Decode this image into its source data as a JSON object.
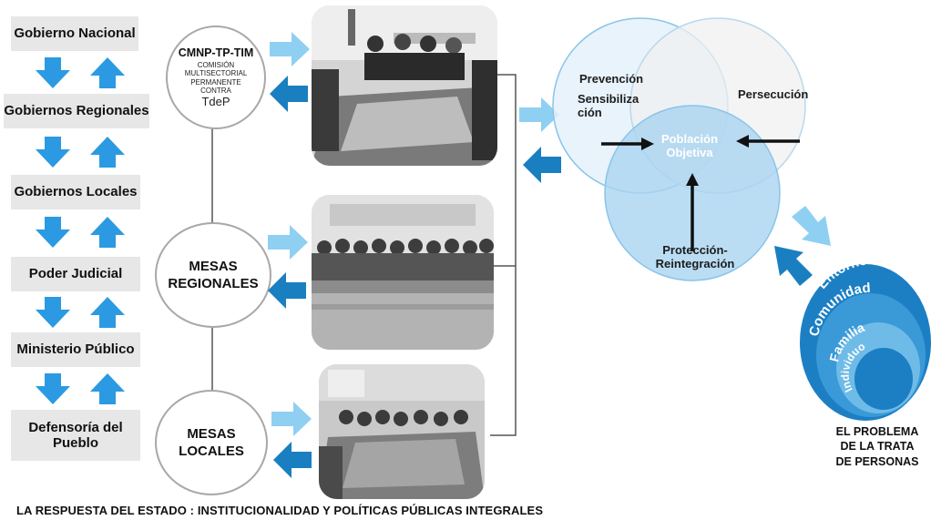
{
  "levels": [
    "Gobierno Nacional",
    "Gobiernos Regionales",
    "Gobiernos Locales",
    "Poder Judicial",
    "Ministerio Público",
    "Defensoría del\nPueblo"
  ],
  "cmnp": {
    "acronym": "CMNP-TP-TIM",
    "description": "COMISIÓN\nMULTISECTORIAL\nPERMANENTE\nCONTRA",
    "tdep": "TdeP"
  },
  "mesas_regionales": "MESAS\nREGIONALES",
  "mesas_locales": "MESAS\nLOCALES",
  "venn": {
    "prevencion": "Prevención",
    "sensibilizacion": "Sensibiliza\nción",
    "persecucion": "Persecución",
    "poblacion": "Población\nObjetiva",
    "proteccion": "Protección-\nReintegración"
  },
  "rings": {
    "entorno": "Entorno",
    "comunidad": "Comunidad",
    "familia": "Familia",
    "individuo": "Individuo"
  },
  "problem_label": "EL PROBLEMA\nDE LA TRATA\nDE PERSONAS",
  "footer_title": "LA RESPUESTA DEL ESTADO : INSTITUCIONALIDAD Y POLÍTICAS PÚBLICAS INTEGRALES",
  "colors": {
    "arrow_blue": "#2b9ae2",
    "light_arrow": "#8fd0f2",
    "dark_arrow": "#1a7fc0",
    "venn_fill": "#bfe0f3",
    "ring_outer": "#1c7fc4",
    "ring_inner": "#6fbbe8"
  }
}
